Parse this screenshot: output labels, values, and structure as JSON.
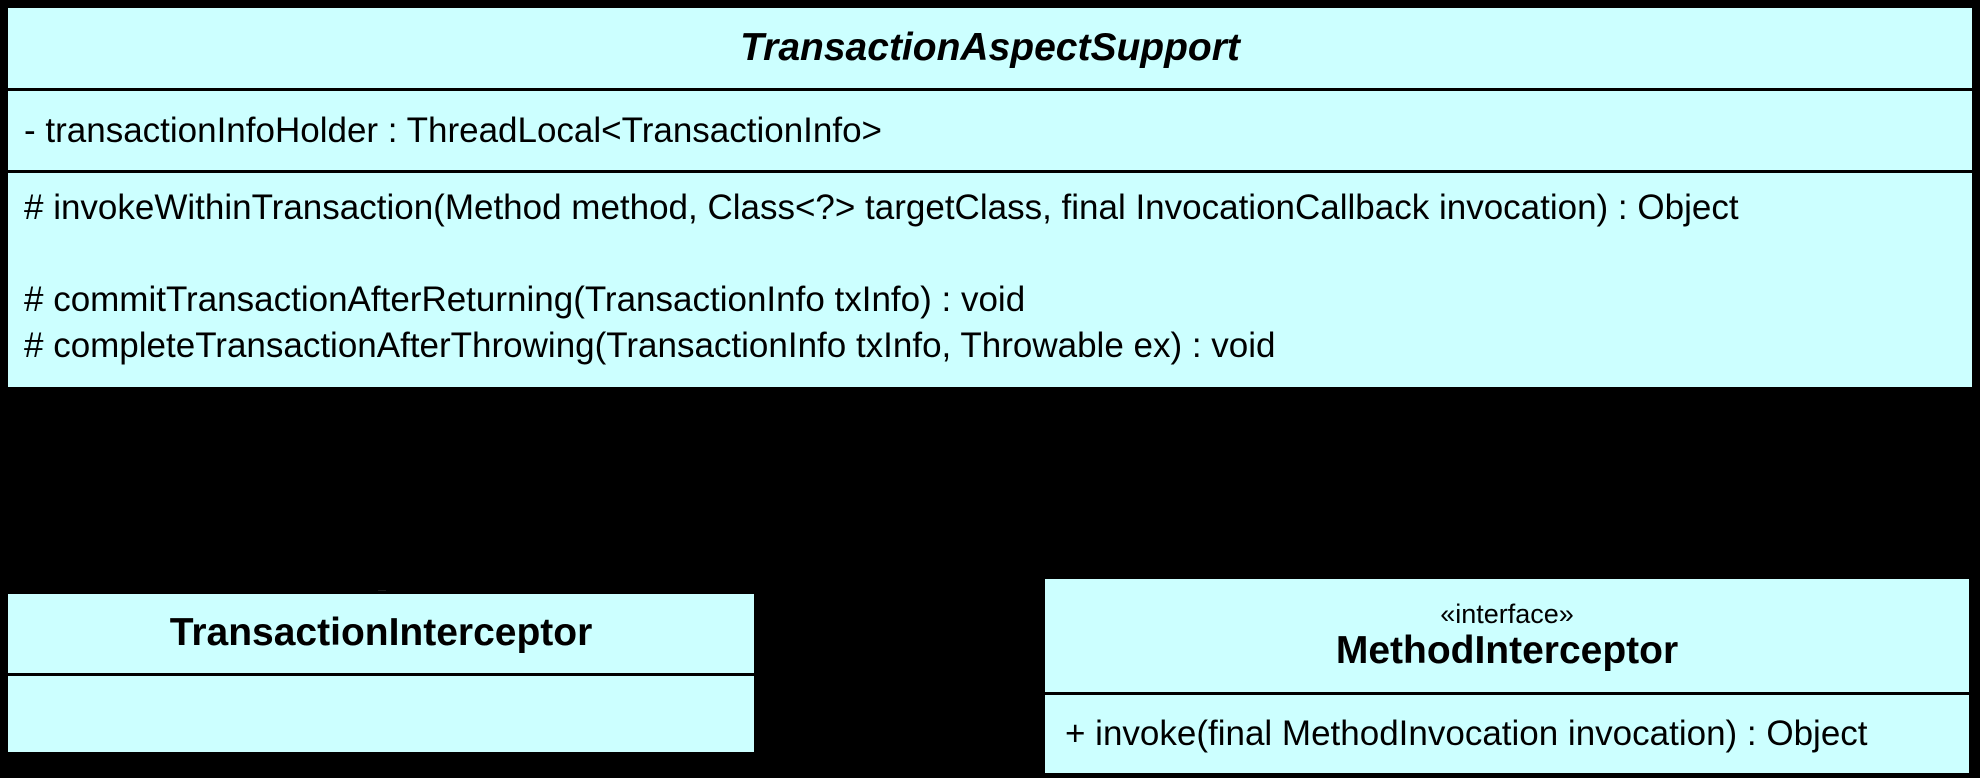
{
  "diagram": {
    "background_color": "#000000",
    "box_fill_color": "#ccffff",
    "border_color": "#000000",
    "classes": {
      "transaction_aspect_support": {
        "name": "TransactionAspectSupport",
        "is_abstract": true,
        "attributes": [
          "- transactionInfoHolder : ThreadLocal<TransactionInfo>"
        ],
        "methods": [
          "# invokeWithinTransaction(Method method, Class<?> targetClass, final InvocationCallback invocation) : Object",
          "",
          "# commitTransactionAfterReturning(TransactionInfo txInfo) : void",
          "# completeTransactionAfterThrowing(TransactionInfo txInfo, Throwable ex) : void"
        ]
      },
      "transaction_interceptor": {
        "name": "TransactionInterceptor",
        "attributes": [],
        "methods": []
      },
      "method_interceptor": {
        "stereotype": "«interface»",
        "name": "MethodInterceptor",
        "methods": [
          "+ invoke(final MethodInvocation invocation) : Object"
        ]
      }
    }
  }
}
